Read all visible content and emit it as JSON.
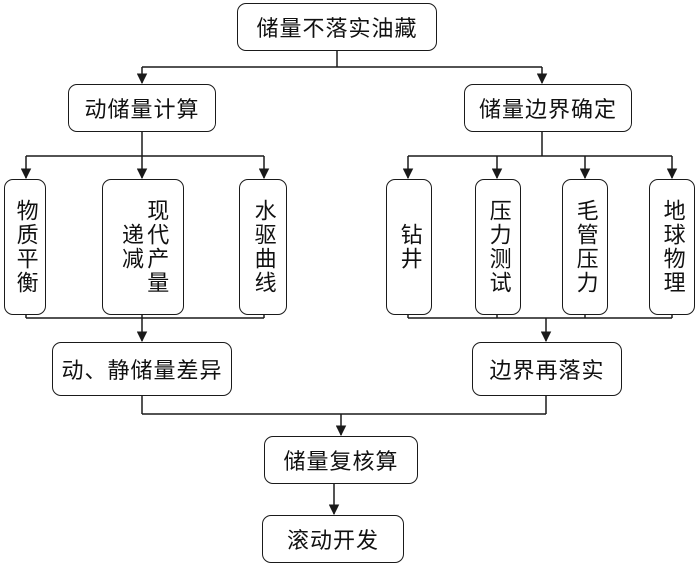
{
  "nodes": {
    "root": "储量不落实油藏",
    "dynamic_calc": "动储量计算",
    "boundary_confirm": "储量边界确定",
    "material_balance": "物质平衡",
    "modern_decline": "现代产量递减",
    "water_drive": "水驱曲线",
    "drilling": "钻井",
    "pressure_test": "压力测试",
    "capillary_pressure": "毛管压力",
    "geophysics": "地球物理",
    "reserve_diff": "动、静储量差异",
    "boundary_reimpl": "边界再落实",
    "reserve_recheck": "储量复核算",
    "rolling_dev": "滚动开发"
  },
  "colors": {
    "line": "#1a1a1a",
    "box_border": "#1a1a1a",
    "background": "#ffffff",
    "text": "#111111"
  }
}
